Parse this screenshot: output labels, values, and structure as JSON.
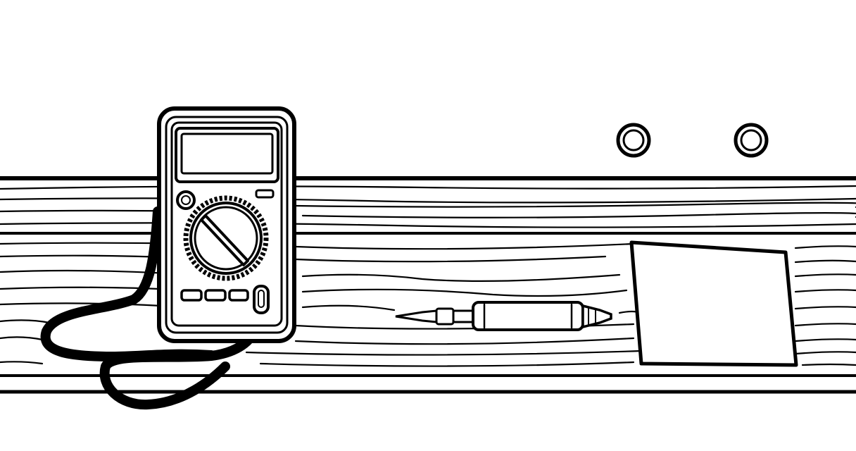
{
  "scene": {
    "description_free": true,
    "colors": {
      "background": "#ffffff",
      "ink": "#000000"
    },
    "items": [
      {
        "name": "digital-multimeter",
        "icon": "multimeter-icon"
      },
      {
        "name": "test-lead-cable",
        "icon": "cable-icon"
      },
      {
        "name": "soldering-iron",
        "icon": "soldering-iron-icon"
      },
      {
        "name": "paper-sheet",
        "icon": "paper-icon"
      },
      {
        "name": "wall-ring-left",
        "icon": "ring-icon"
      },
      {
        "name": "wall-ring-right",
        "icon": "ring-icon"
      },
      {
        "name": "wooden-workbench",
        "icon": "wood-plank-icon"
      }
    ]
  }
}
